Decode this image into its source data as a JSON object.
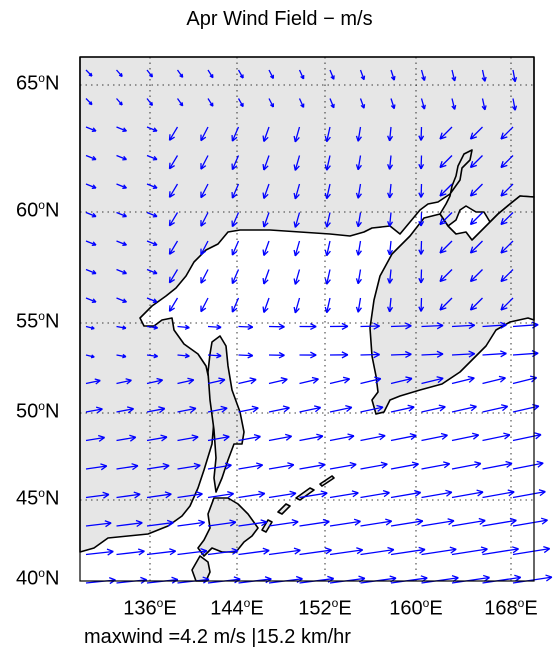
{
  "title": "Apr Wind Field − m/s",
  "footer": "maxwind =4.2 m/s |15.2 km/hr",
  "colors": {
    "land": "#e6e6e6",
    "coast": "#000000",
    "arrow": "#0000ff",
    "grid": "#000000"
  },
  "lat_ticks": [
    {
      "deg": "65",
      "hemi": "N"
    },
    {
      "deg": "60",
      "hemi": "N"
    },
    {
      "deg": "55",
      "hemi": "N"
    },
    {
      "deg": "50",
      "hemi": "N"
    },
    {
      "deg": "45",
      "hemi": "N"
    },
    {
      "deg": "40",
      "hemi": "N"
    }
  ],
  "lon_ticks": [
    {
      "deg": "136",
      "hemi": "E"
    },
    {
      "deg": "144",
      "hemi": "E"
    },
    {
      "deg": "152",
      "hemi": "E"
    },
    {
      "deg": "160",
      "hemi": "E"
    },
    {
      "deg": "168",
      "hemi": "E"
    }
  ]
}
